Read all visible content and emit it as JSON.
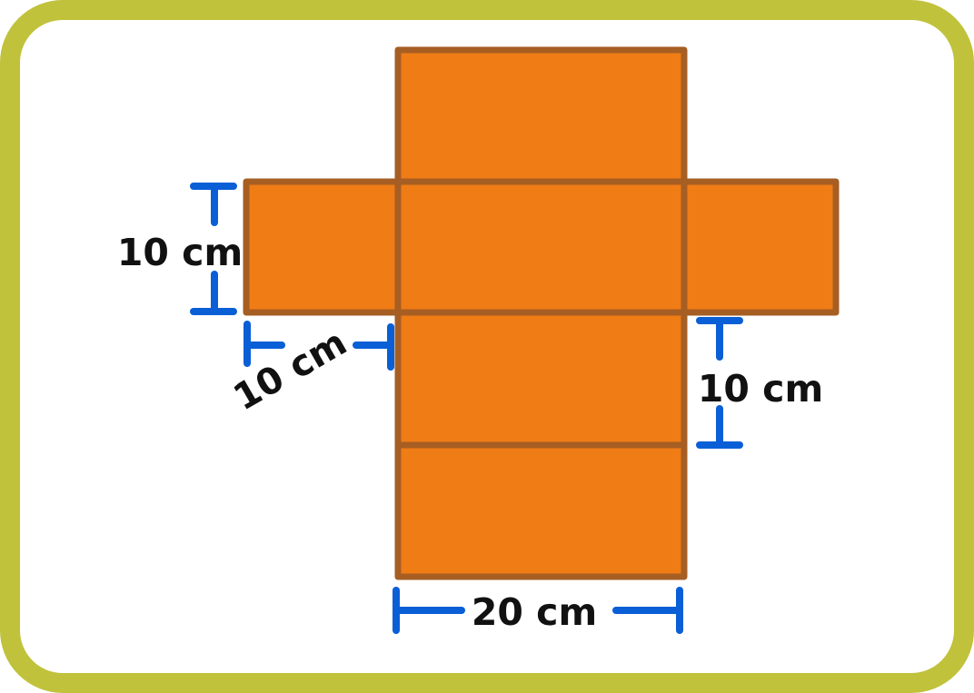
{
  "colors": {
    "border": "#C0C23C",
    "face_fill": "#F07C16",
    "face_stroke": "#A65E23",
    "dimension": "#0A5FD6",
    "label": "#111111"
  },
  "faces": [
    {
      "id": "top-face"
    },
    {
      "id": "left-face"
    },
    {
      "id": "center-face"
    },
    {
      "id": "right-face"
    },
    {
      "id": "lower-face"
    },
    {
      "id": "bottom-face"
    }
  ],
  "labels": {
    "left_height": "10 cm",
    "left_width": "10 cm",
    "right_height": "10 cm",
    "bottom_width": "20 cm"
  }
}
